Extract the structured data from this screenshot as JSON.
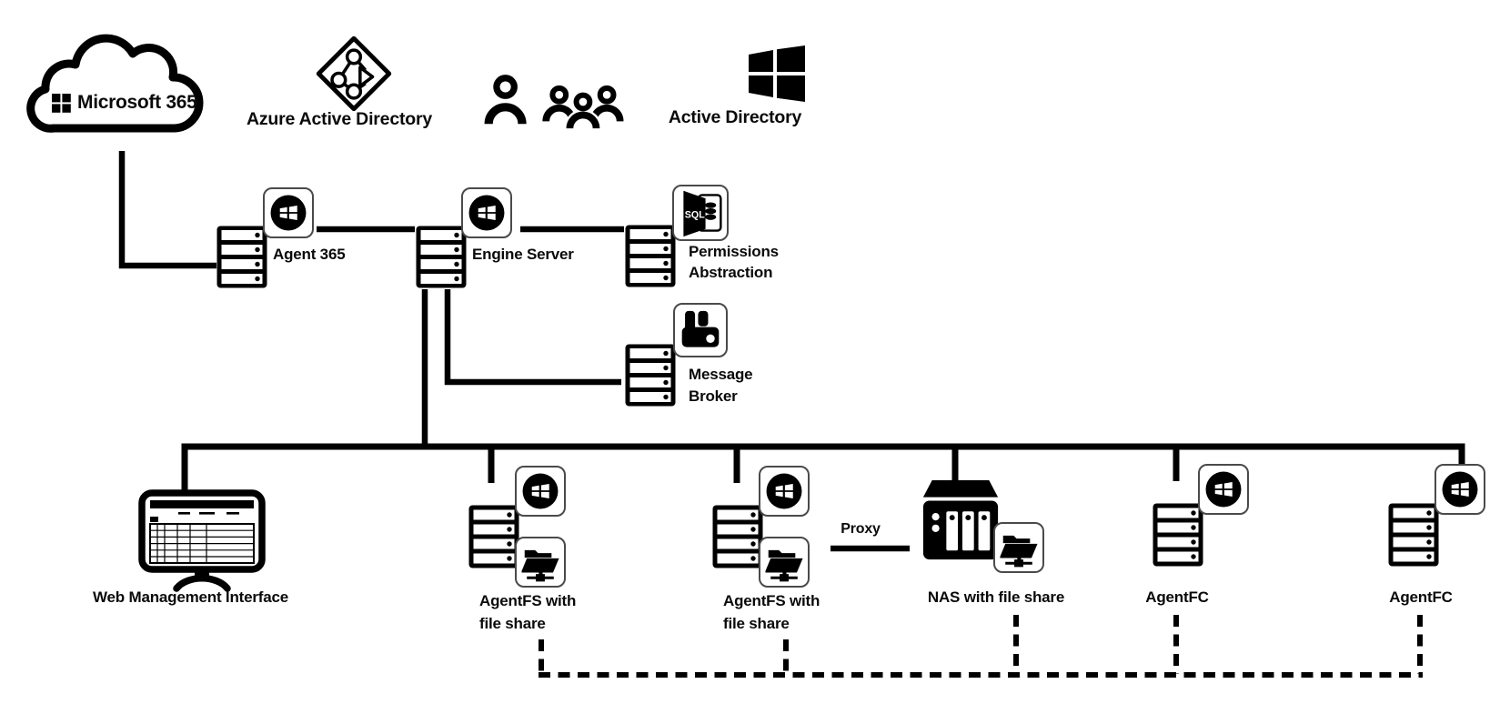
{
  "diagram": {
    "colors": {
      "foreground": "#000000",
      "background": "#ffffff"
    },
    "top_row": {
      "microsoft365_label": "Microsoft 365",
      "azure_ad_label": "Azure Active Directory",
      "active_directory_label": "Active Directory"
    },
    "middle": {
      "agent365_label": "Agent 365",
      "engine_server_label": "Engine Server",
      "permissions_label_line1": "Permissions",
      "permissions_label_line2": "Abstraction",
      "sql_badge_label": "SQL",
      "message_broker_label_line1": "Message",
      "message_broker_label_line2": "Broker"
    },
    "bottom_row": {
      "web_management_label": "Web Management Interface",
      "agentfs1_label_line1": "AgentFS with",
      "agentfs1_label_line2": "file share",
      "agentfs2_label_line1": "AgentFS with",
      "agentfs2_label_line2": "file share",
      "proxy_label": "Proxy",
      "nas_label": "NAS with file share",
      "agentfc1_label": "AgentFC",
      "agentfc2_label": "AgentFC"
    },
    "icons": {
      "cloud": "m365-cloud-outline",
      "windows_flag": "windows-flag",
      "windows_circle_badge": "windows-circle-badge",
      "azure_ad": "azure-ad-diamond",
      "users": "user-and-group",
      "server": "rack-server",
      "sql": "sql-database-badge",
      "message_broker": "rabbitmq-badge",
      "file_share": "shared-folder-badge",
      "monitor": "monitor-with-table",
      "nas": "nas-device"
    },
    "edges": {
      "solid": "M365>Agent365; Agent365>EngineServer; EngineServer>PermissionsAbstraction; EngineServer>MessageBroker; EngineServer>Bus; Bus>WebUI,AgentFS1,AgentFS2,NAS,AgentFC1,AgentFC2; AgentFS2>Proxy>NAS",
      "dashed": "AgentFS1,AgentFS2,NAS,AgentFC1,AgentFC2 > shared dashed bus"
    }
  }
}
